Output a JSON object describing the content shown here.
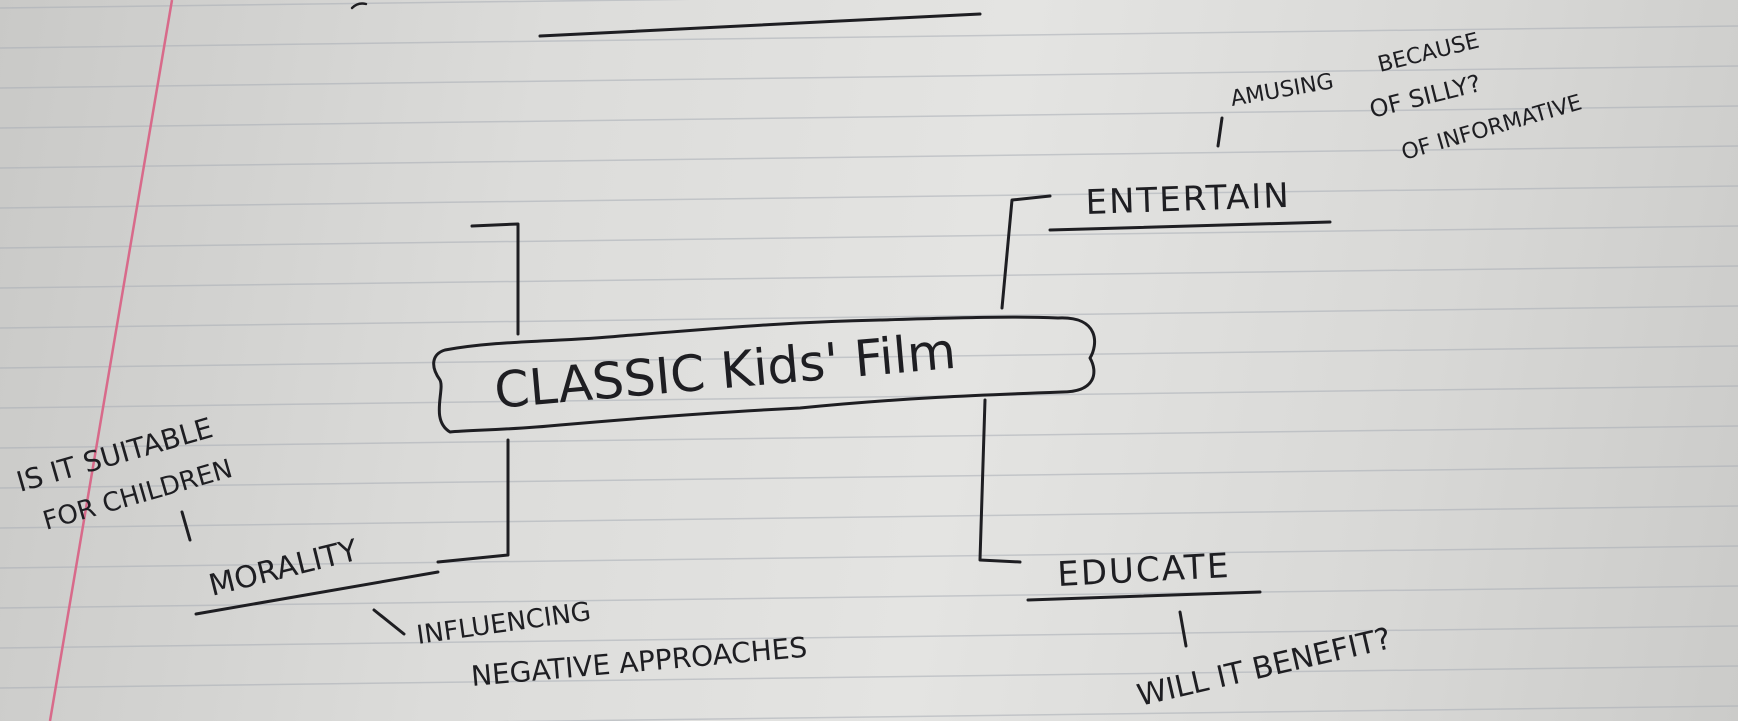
{
  "diagram": {
    "central": "CLASSIC Kids' Film",
    "nodes": {
      "entertain": {
        "label": "ENTERTAIN",
        "note_amusing": "AMUSING",
        "note_because": "BECAUSE",
        "note_silly": "OF SILLY?",
        "note_informative": "OF INFORMATIVE"
      },
      "educate": {
        "label": "EDUCATE",
        "note": "WILL IT BENEFIT?"
      },
      "morality": {
        "label": "MORALITY",
        "note_top_1": "IS IT SUITABLE",
        "note_top_2": "FOR CHILDREN",
        "note_bottom_1": "INFLUENCING",
        "note_bottom_2": "NEGATIVE APPROACHES"
      }
    }
  }
}
